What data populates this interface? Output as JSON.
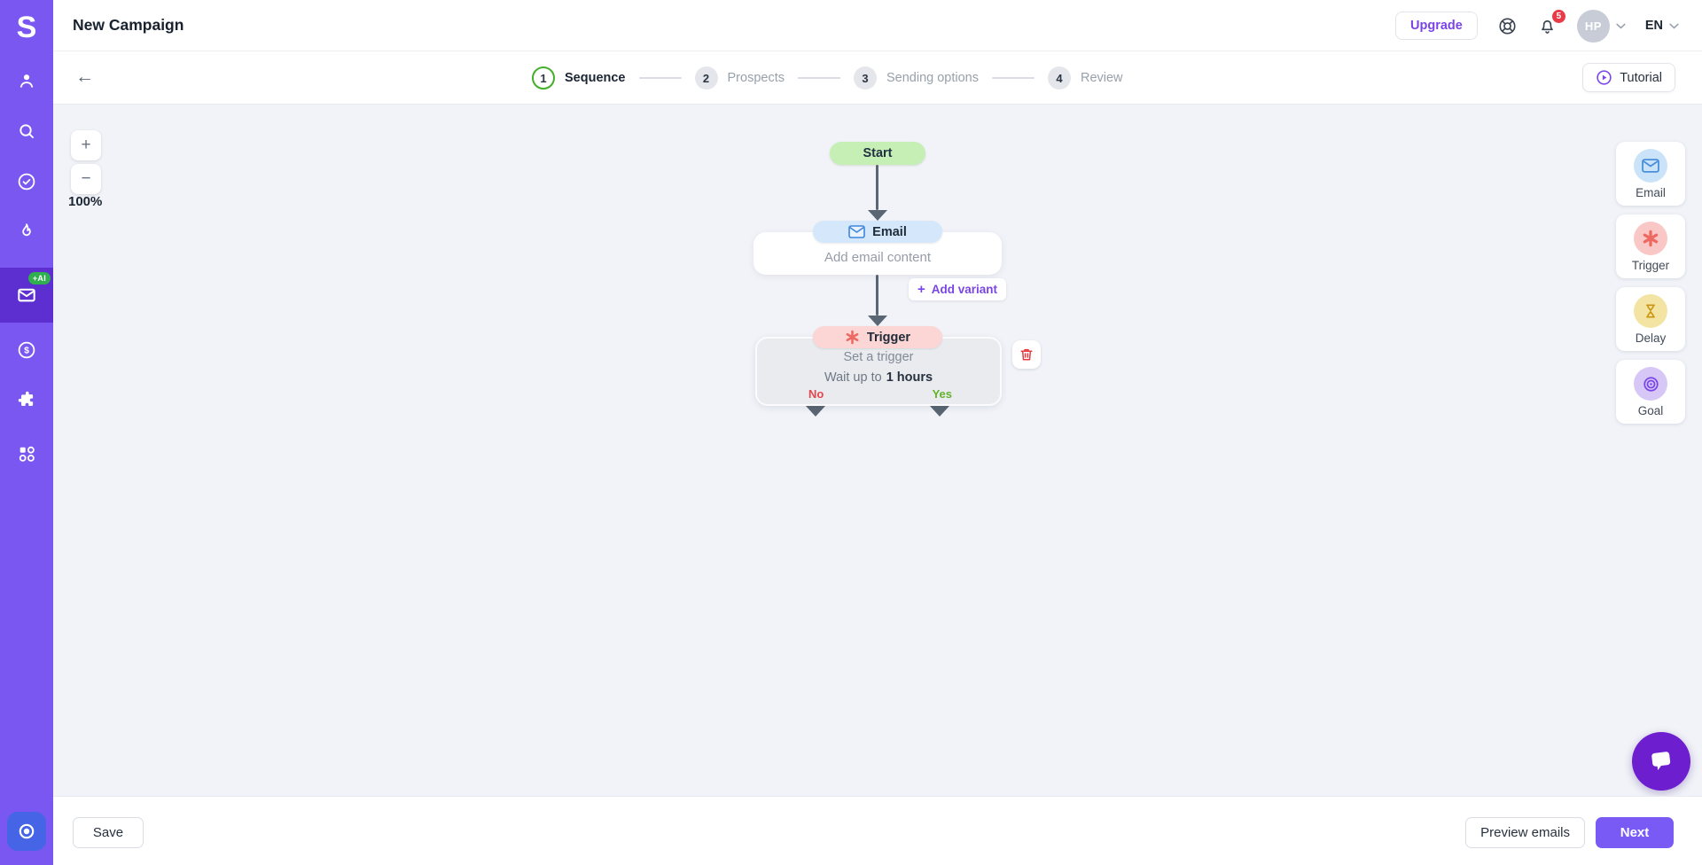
{
  "app": {
    "logo": "S"
  },
  "sidebar": {
    "ai_badge": "+AI"
  },
  "header": {
    "title": "New Campaign",
    "upgrade_label": "Upgrade",
    "notification_count": "5",
    "avatar_initials": "HP",
    "language": "EN"
  },
  "stepper": {
    "steps": [
      {
        "num": "1",
        "label": "Sequence"
      },
      {
        "num": "2",
        "label": "Prospects"
      },
      {
        "num": "3",
        "label": "Sending options"
      },
      {
        "num": "4",
        "label": "Review"
      }
    ]
  },
  "subheader": {
    "tutorial_label": "Tutorial"
  },
  "canvas": {
    "zoom": {
      "in": "+",
      "out": "−",
      "level": "100%"
    },
    "flow": {
      "start": {
        "label": "Start"
      },
      "email": {
        "label": "Email",
        "body": "Add email content",
        "add_variant": "Add variant"
      },
      "trigger": {
        "label": "Trigger",
        "title": "Set a trigger",
        "wait_prefix": "Wait up to",
        "wait_value": "1 hours",
        "no": "No",
        "yes": "Yes"
      }
    },
    "palette": {
      "items": [
        {
          "label": "Email"
        },
        {
          "label": "Trigger"
        },
        {
          "label": "Delay"
        },
        {
          "label": "Goal"
        }
      ]
    }
  },
  "footer": {
    "save": "Save",
    "preview": "Preview emails",
    "next": "Next"
  },
  "icons": {
    "back_arrow": "←",
    "plus": "+"
  },
  "colors": {
    "sidebar_purple": "#7B57F2",
    "sidebar_active_purple": "#5E2FD0",
    "accent_purple": "#7A45E6",
    "primary_button_purple": "#7A5AF5",
    "chat_purple": "#6D1FD0",
    "start_green": "#C6EFB5",
    "step_active_green": "#43B02A",
    "ai_badge_green": "#2FAF4E",
    "email_blue": "#D5E8FB",
    "trigger_pink": "#FBD6D4",
    "delay_yellow": "#F3E4A3",
    "goal_lilac": "#D6C7F7",
    "branch_no_red": "#E4464E",
    "branch_yes_green": "#63B22B",
    "notification_red": "#E93A47",
    "canvas_bg": "#F1F3F8"
  }
}
